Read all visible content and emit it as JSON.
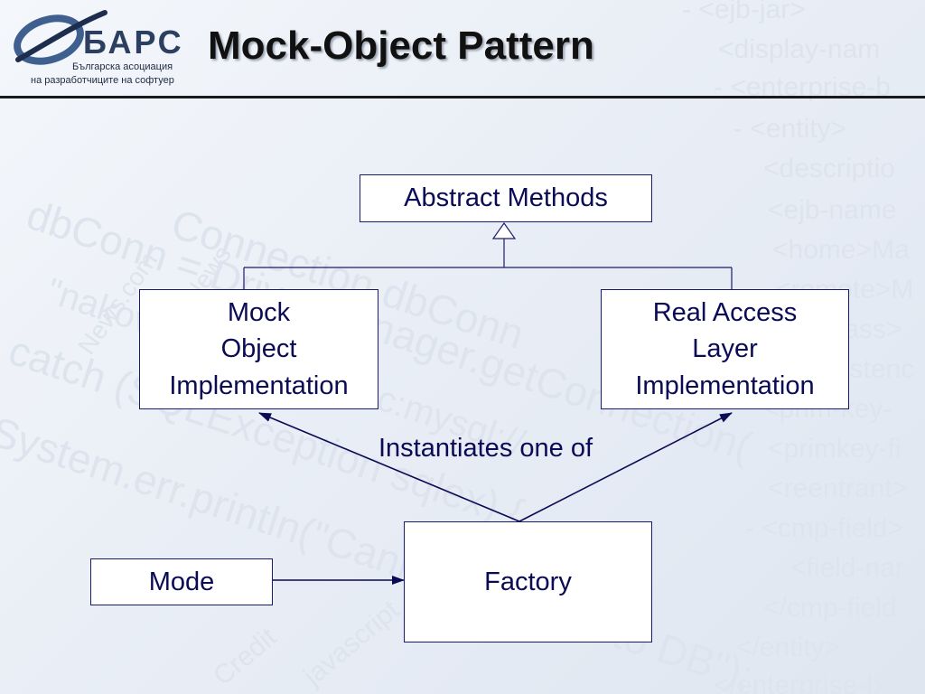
{
  "header": {
    "logo": {
      "wordmark": "БАРС",
      "subtitle_line1": "Българска асоциация",
      "subtitle_line2": "на разработчиците на софтуер"
    },
    "title": "Mock-Object Pattern"
  },
  "diagram": {
    "nodes": {
      "abstract": {
        "label": "Abstract Methods"
      },
      "mock": {
        "lines": [
          "Mock",
          "Object",
          "Implementation"
        ]
      },
      "real": {
        "lines": [
          "Real Access",
          "Layer",
          "Implementation"
        ]
      },
      "factory": {
        "label": "Factory"
      },
      "mode": {
        "label": "Mode"
      }
    },
    "edge_label": "Instantiates one of"
  },
  "background_text": [
    "- <ejb-jar>",
    "<display-nam",
    "- <enterprise-b",
    "- <entity>",
    "<descriptio",
    "<ejb-name",
    "<home>Ma",
    "<remote>M",
    "<ejb-class>",
    "<persistenc",
    "<prim-key-",
    "<primkey-fi",
    "<reentrant>",
    "- <cmp-field>",
    "<field-nar",
    "</cmp-field",
    "</entity>",
    "</enterprise-b",
    "dbConn = DriverManager.getConnection(",
    "catch (SQLException sqlex) {",
    "System.err.println(\"Cannot connect to DB\");",
    "Connection dbConn",
    "\"nakov\", \"secret\", \"jdbc:mysql://",
    "Credit",
    "javascript",
    "News.com",
    "Wired News"
  ],
  "colors": {
    "box_border": "#1b1b6e",
    "text": "#0a0a55",
    "header_rule": "#1a1a1a",
    "title_shadow": "#9aa3b0"
  }
}
